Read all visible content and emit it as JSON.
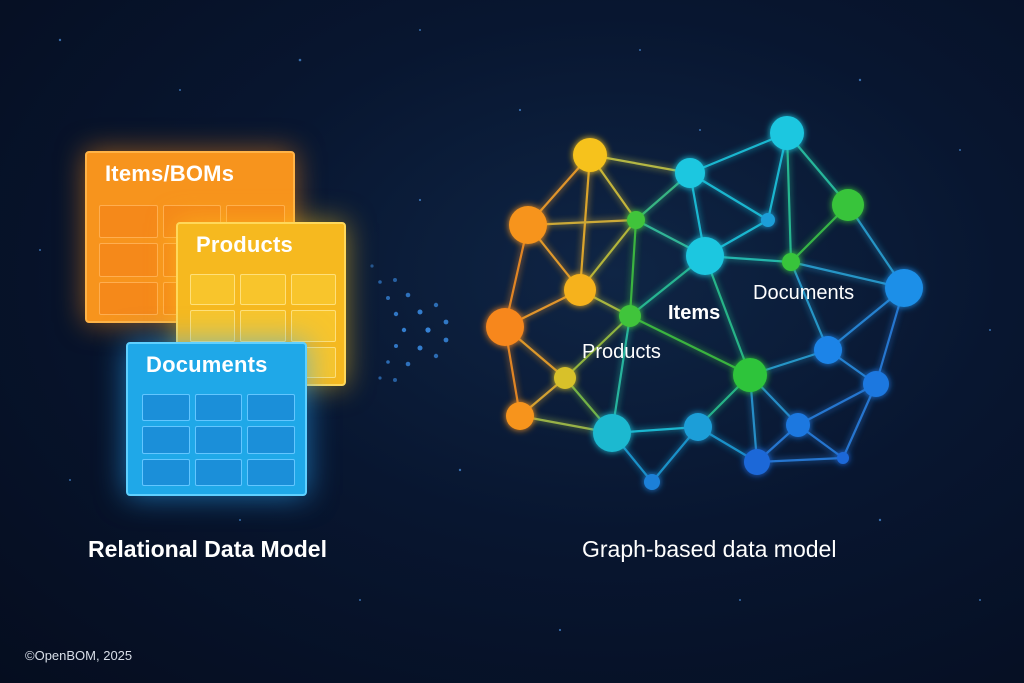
{
  "relational": {
    "items_title": "Items/BOMs",
    "products_title": "Products",
    "documents_title": "Documents",
    "caption": "Relational Data Model"
  },
  "graph": {
    "label_items": "Items",
    "label_products": "Products",
    "label_documents": "Documents",
    "caption": "Graph-based data model"
  },
  "copyright": "©OpenBOM, 2025",
  "colors": {
    "orange": "#f7941d",
    "yellow": "#f6b91f",
    "blue": "#1fa8e8",
    "green": "#39c43a",
    "cyan": "#1ec7e0",
    "background": "#081630"
  }
}
